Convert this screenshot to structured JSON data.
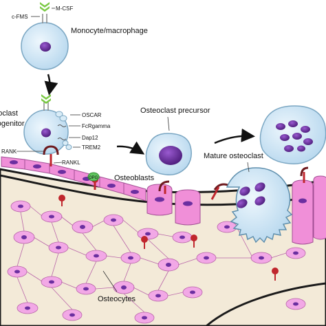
{
  "labels": {
    "m_csf": "M-CSF",
    "c_fms": "c-FMS",
    "monocyte": "Monocyte/macrophage",
    "progenitor_line1": "Osteoclast",
    "progenitor_line2": "progenitor",
    "oscar": "OSCAR",
    "fcrgamma": "FcRgamma",
    "dap12": "Dap12",
    "trem2": "TREM2",
    "rank": "RANK",
    "rankl": "RANKL",
    "opg": "OPG",
    "osteoblasts": "Osteoblasts",
    "precursor": "Osteoclast precursor",
    "mature": "Mature osteoclast",
    "osteocytes": "Osteocytes"
  },
  "colors": {
    "cell_fill": "#d9ecf7",
    "nucleus": "#6b2fa0",
    "osteoblast": "#f08fd8",
    "bone": "#f3ead8",
    "osteocyte": "#f2a8e6",
    "receptor_red": "#c0262d",
    "opg_green": "#5fc45f",
    "mcsf_green": "#7ac943"
  }
}
